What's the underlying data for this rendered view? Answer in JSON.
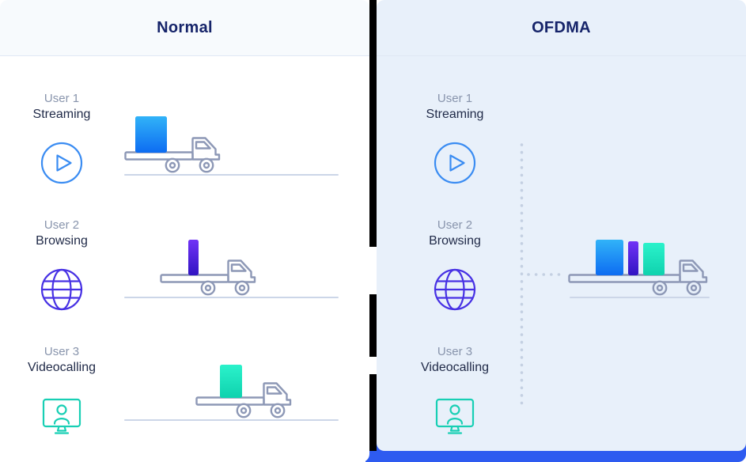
{
  "panels": {
    "normal": {
      "title": "Normal",
      "users": [
        {
          "name": "User 1",
          "activity": "Streaming"
        },
        {
          "name": "User 2",
          "activity": "Browsing"
        },
        {
          "name": "User 3",
          "activity": "Videocalling"
        }
      ]
    },
    "ofdma": {
      "title": "OFDMA",
      "users": [
        {
          "name": "User 1",
          "activity": "Streaming"
        },
        {
          "name": "User 2",
          "activity": "Browsing"
        },
        {
          "name": "User 3",
          "activity": "Videocalling"
        }
      ]
    }
  },
  "icons": {
    "user1": "play-icon",
    "user2": "globe-icon",
    "user3": "monitor-user-icon",
    "vehicle": "truck-icon"
  },
  "colors": {
    "accent_bar": "#2e5bf0",
    "divider": "#000000",
    "panel_left_bg": "#ffffff",
    "panel_right_bg": "#e8f0fa",
    "header_left_bg": "#f7fafd",
    "header_border": "#dfe8f4",
    "title": "#16246a",
    "user_name": "#8894ac",
    "activity": "#1f2947",
    "truck": "#8d98b6",
    "road": "#ccd6e8",
    "dotted": "#c4d0e2",
    "play_icon": "#3a8cf2",
    "globe_icon": "#4731e4",
    "video_icon": "#18cfb4",
    "cargo_streaming": "linear-gradient(180deg, #31b3f8 0%, #0d6cf2 100%)",
    "cargo_browsing": "linear-gradient(180deg, #7133f6 0%, #3114c2 100%)",
    "cargo_videocalling": "linear-gradient(180deg, #2bf2cb 0%, #0fd2ae 100%)"
  }
}
